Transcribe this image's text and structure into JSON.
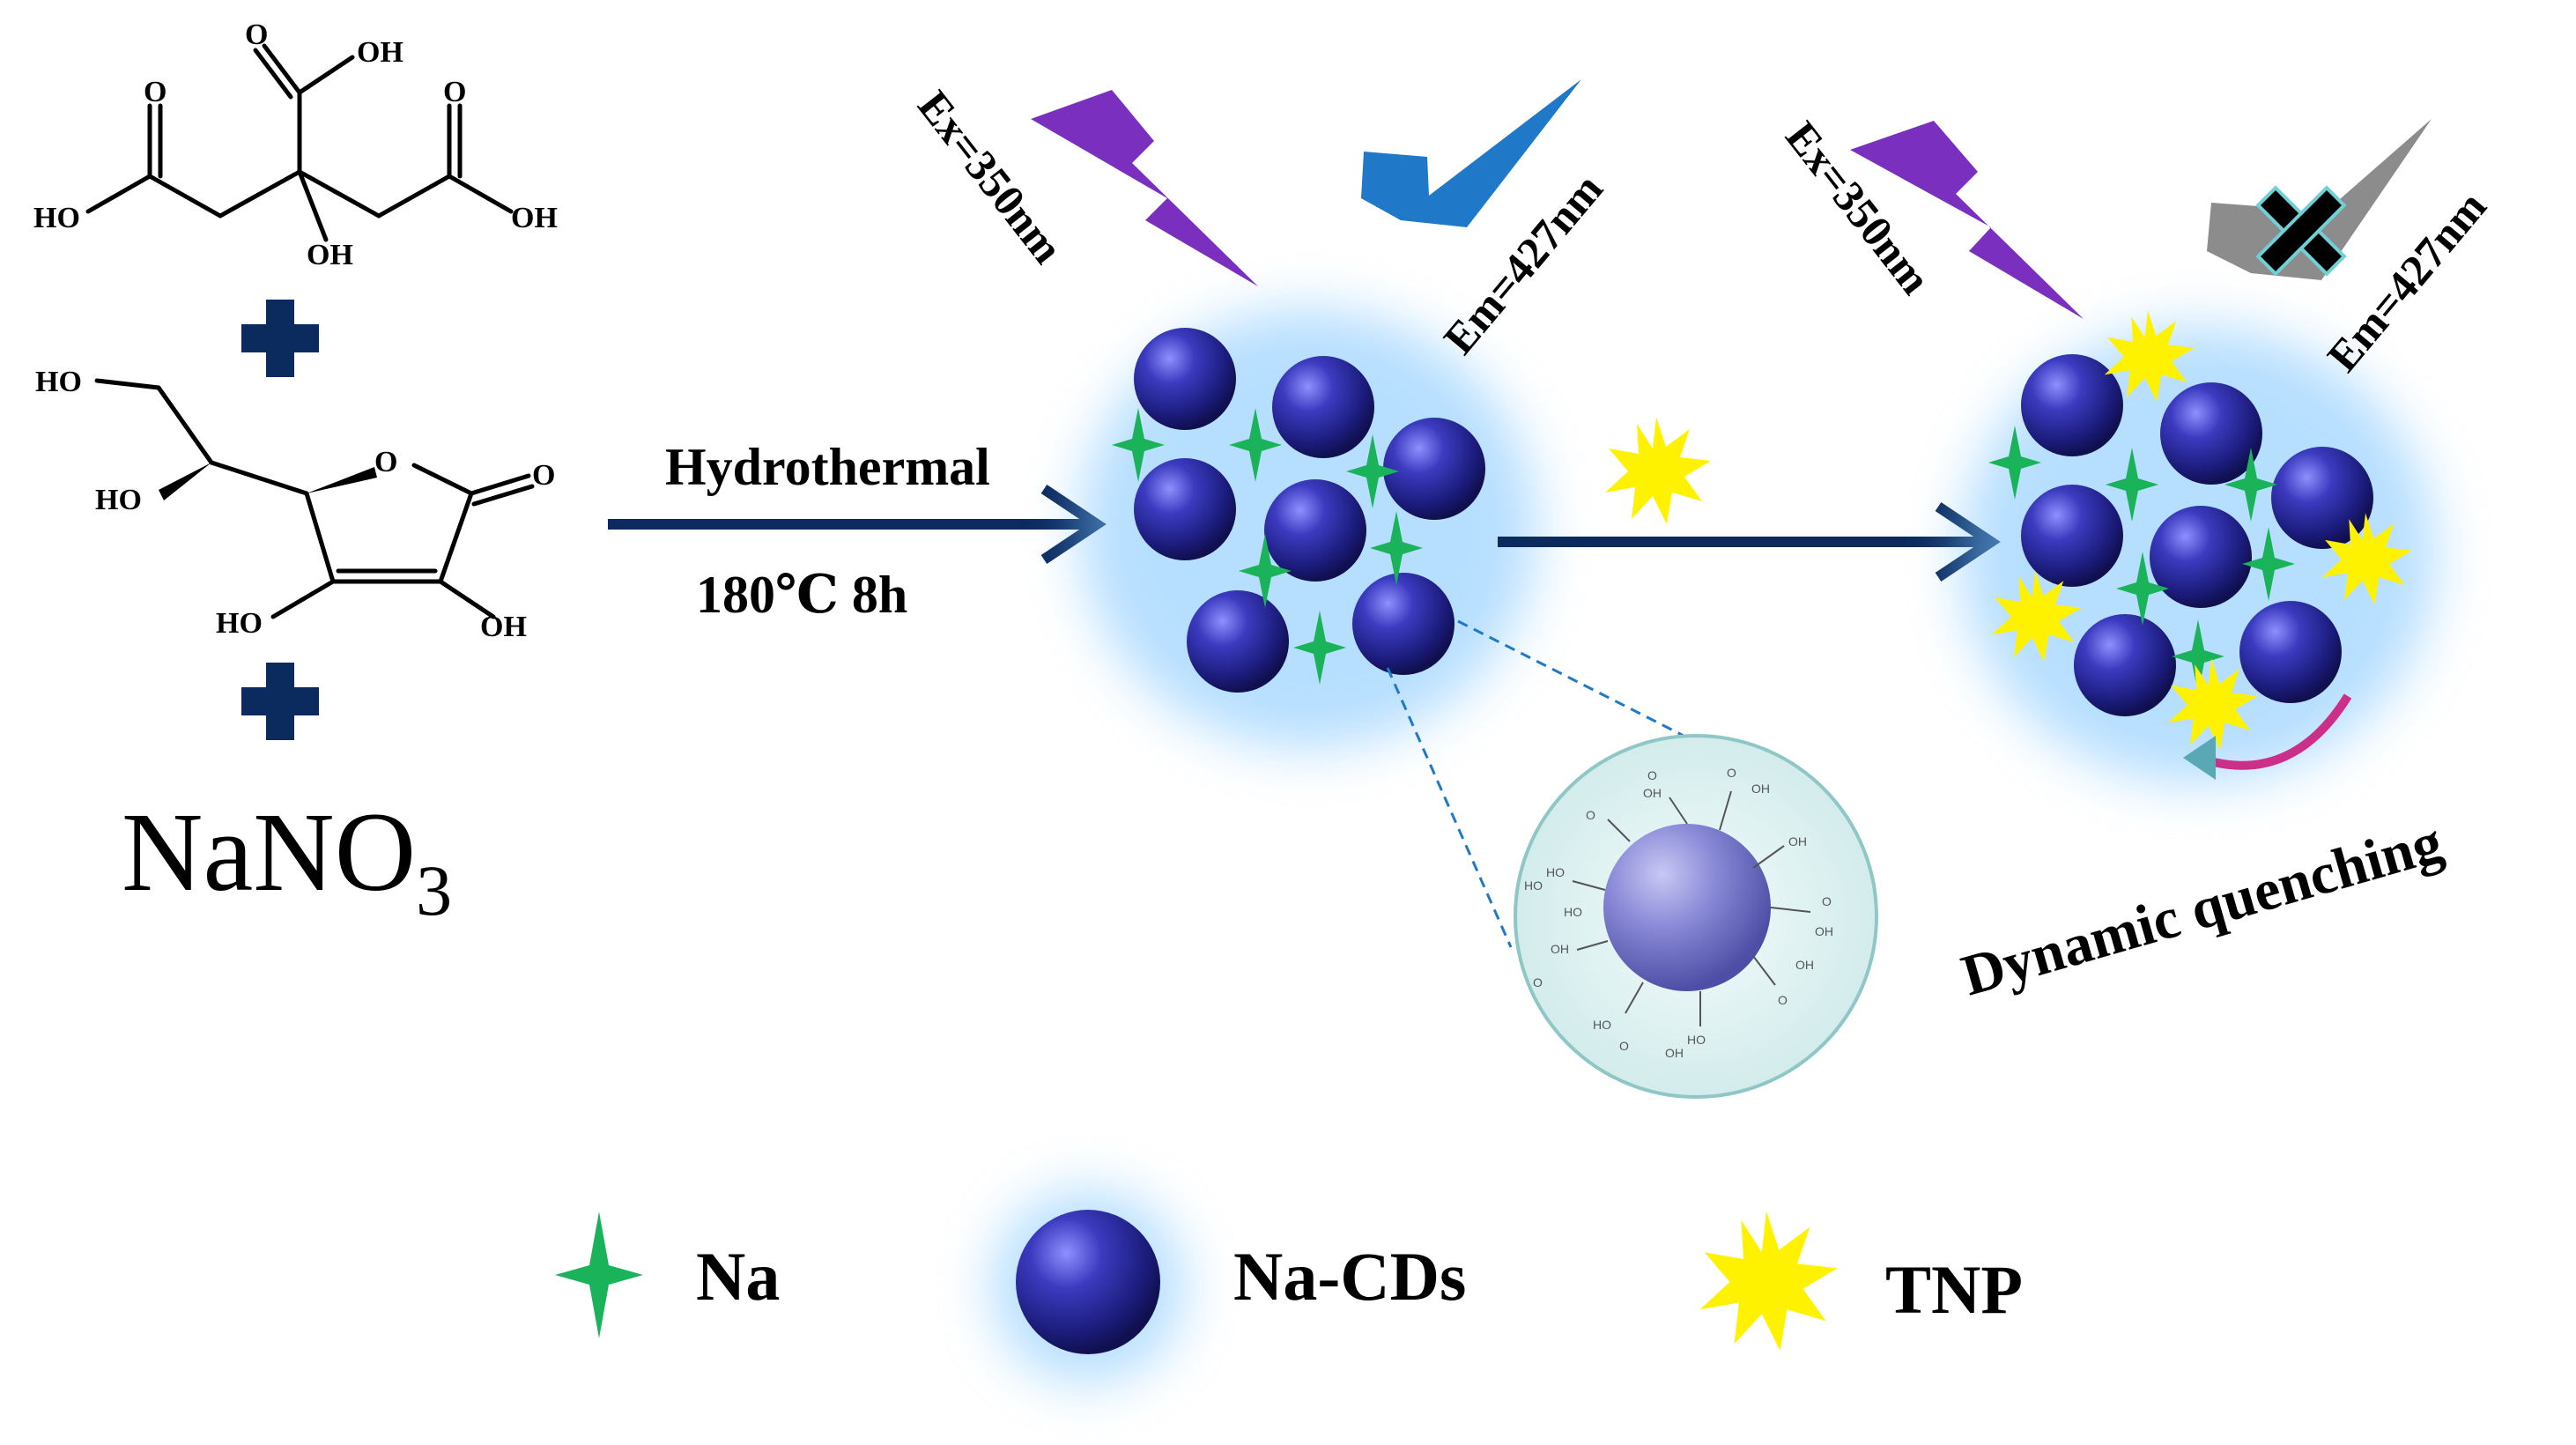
{
  "reactants": {
    "citric_acid_labels": [
      "O",
      "OH",
      "O",
      "O",
      "HO",
      "OH",
      "OH"
    ],
    "ascorbic_acid_labels": [
      "HO",
      "HO",
      "O",
      "O",
      "HO",
      "OH"
    ],
    "sodium_nitrate": "NaNO",
    "sodium_nitrate_sub": "3"
  },
  "step1": {
    "condition_top": "Hydrothermal",
    "condition_bottom": "180℃  8h"
  },
  "left_cluster": {
    "excitation": "Ex=350nm",
    "emission": "Em=427nm"
  },
  "right_cluster": {
    "excitation": "Ex=350nm",
    "emission": "Em=427nm",
    "mechanism": "Dynamic quenching"
  },
  "zoom_labels": [
    "OH",
    "O",
    "OH",
    "OH",
    "O",
    "OH",
    "O",
    "HO",
    "HO",
    "OH",
    "HO",
    "HO",
    "O",
    "OH",
    "O",
    "HO",
    "O",
    "OH",
    "O"
  ],
  "legend": {
    "na": "Na",
    "na_cds": "Na-CDs",
    "tnp": "TNP"
  },
  "colors": {
    "navy": "#0b2a5e",
    "purple": "#7b2fbf",
    "blue": "#1f78c8",
    "gray": "#8c8c8c",
    "green": "#1bb35a",
    "yellow": "#fff200",
    "sphere": "#2a2a9a"
  }
}
